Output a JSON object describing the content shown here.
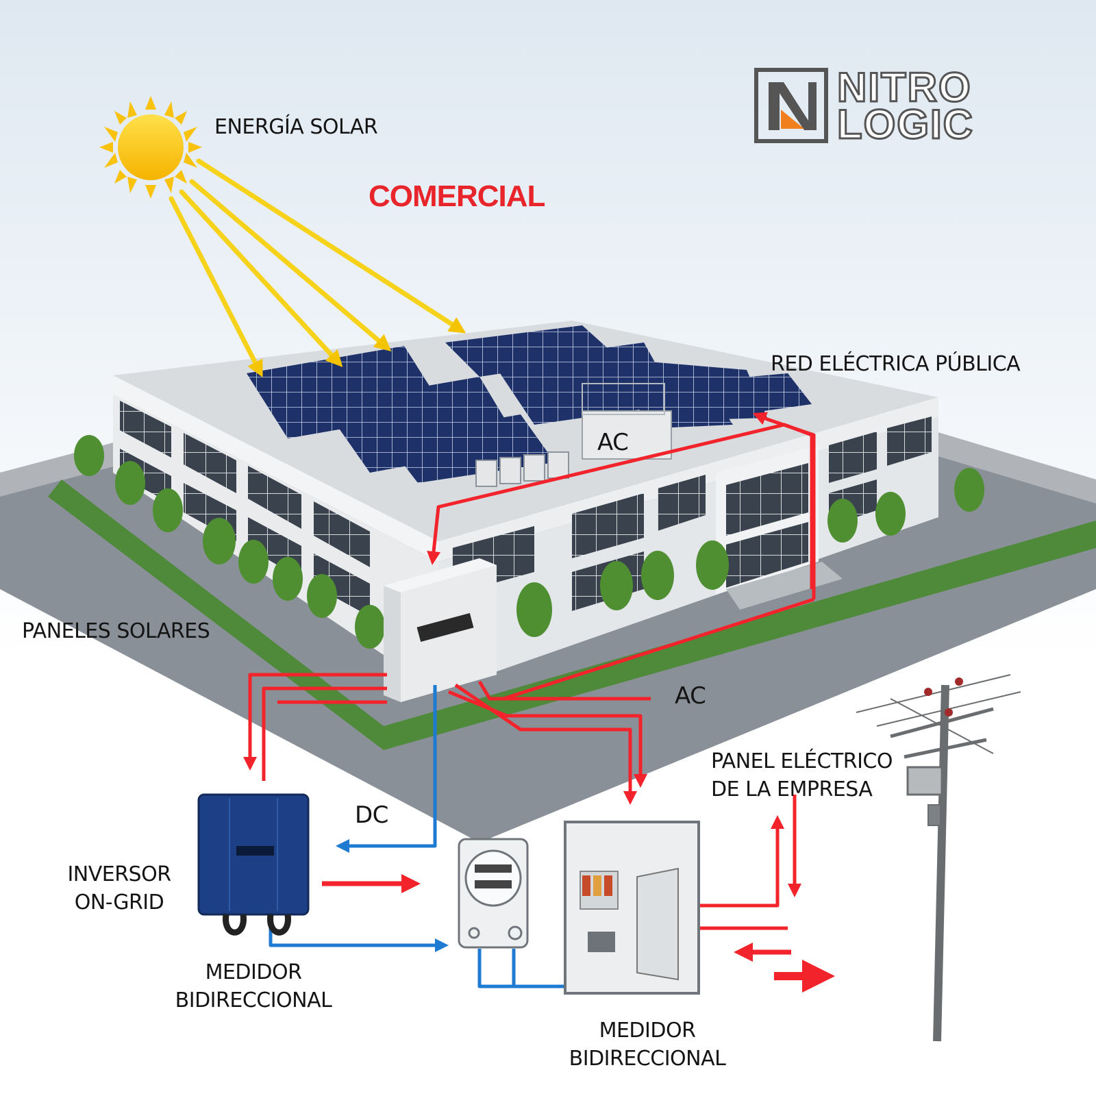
{
  "title": "COMERCIAL",
  "brand": {
    "line1": "NITRO",
    "line2": "LOGIC",
    "accent": "#f07f1e",
    "ink": "#555555"
  },
  "labels": {
    "solar_energy": "ENERGÍA SOLAR",
    "public_grid": "RED ELÉCTRICA PÚBLICA",
    "ac_roof": "AC",
    "solar_panels": "PANELES SOLARES",
    "ac_main": "AC",
    "dc": "DC",
    "company_panel_line1": "PANEL ELÉCTRICO",
    "company_panel_line2": "DE LA EMPRESA",
    "inverter_line1": "INVERSOR",
    "inverter_line2": "ON-GRID",
    "meter_left_line1": "MEDIDOR",
    "meter_left_line2": "BIDIRECCIONAL",
    "meter_bottom_line1": "MEDIDOR",
    "meter_bottom_line2": "BIDIRECCIONAL"
  },
  "colors": {
    "ac_flow": "#f2232a",
    "dc_flow": "#1f7ad1",
    "sun": "#f9c20e",
    "sun_rays": "#f7d21a",
    "title": "#e8252b",
    "panel": "#1e3168",
    "inverter": "#1d3f86"
  },
  "icons": [
    "sun-icon",
    "solar-panel-icon",
    "inverter-icon",
    "meter-icon",
    "breaker-panel-icon",
    "utility-pole-icon"
  ]
}
